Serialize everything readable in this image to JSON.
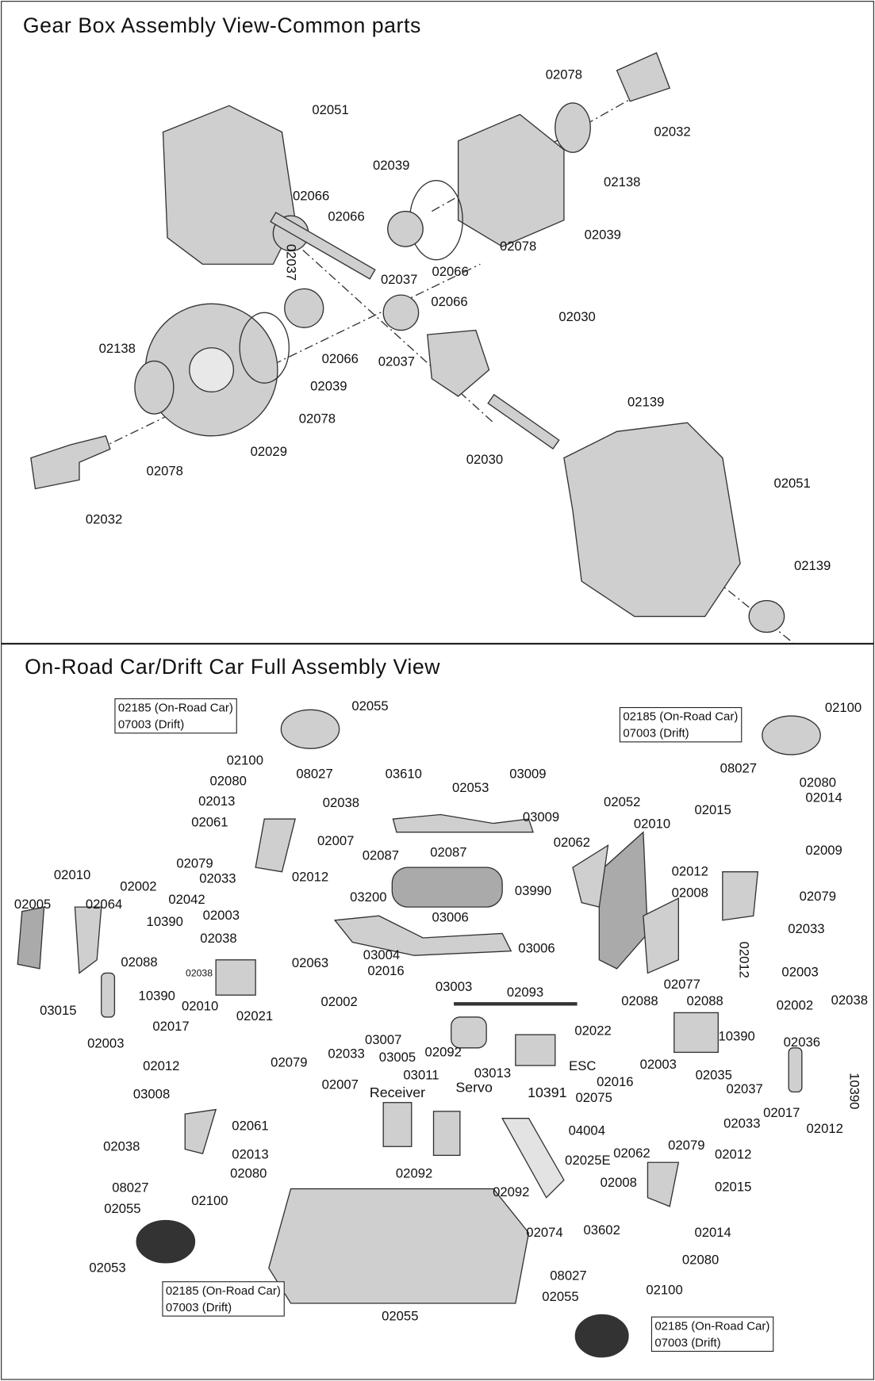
{
  "gearbox": {
    "title": "Gear Box Assembly View-Common parts",
    "labels": [
      "02051",
      "02078",
      "02032",
      "02138",
      "02039",
      "02039",
      "02078",
      "02066",
      "02066",
      "02037",
      "02037",
      "02066",
      "02066",
      "02030",
      "02066",
      "02037",
      "02039",
      "02078",
      "02138",
      "02029",
      "02078",
      "02032",
      "02030",
      "02139",
      "02051",
      "02139"
    ]
  },
  "assembly": {
    "title": "On-Road Car/Drift Car Full Assembly View",
    "tire_boxes": [
      {
        "line1": "02185 (On-Road Car)",
        "line2": "07003 (Drift)"
      },
      {
        "line1": "02185 (On-Road Car)",
        "line2": "07003 (Drift)"
      },
      {
        "line1": "02185 (On-Road Car)",
        "line2": "07003 (Drift)"
      },
      {
        "line1": "02185 (On-Road Car)",
        "line2": "07003 (Drift)"
      }
    ],
    "labels": [
      "02055",
      "02100",
      "08027",
      "02080",
      "02013",
      "02038",
      "02061",
      "02007",
      "02079",
      "02033",
      "02012",
      "02010",
      "02002",
      "02005",
      "02064",
      "02042",
      "10390",
      "02003",
      "02038",
      "02088",
      "02038",
      "10390",
      "02010",
      "03015",
      "02021",
      "02063",
      "02002",
      "02003",
      "02017",
      "02033",
      "02012",
      "02079",
      "03008",
      "02007",
      "02061",
      "02038",
      "02013",
      "02080",
      "08027",
      "02100",
      "02055",
      "02053",
      "03610",
      "02053",
      "03009",
      "03009",
      "02087",
      "02087",
      "03990",
      "03200",
      "03006",
      "03006",
      "03004",
      "02016",
      "03003",
      "02093",
      "03007",
      "03005",
      "02092",
      "03011",
      "03013",
      "ESC",
      "Receiver",
      "Servo",
      "10391",
      "02075",
      "04004",
      "02092",
      "02025E",
      "02092",
      "02074",
      "03602",
      "02055",
      "02100",
      "08027",
      "02080",
      "02014",
      "02015",
      "02009",
      "02052",
      "02010",
      "02062",
      "02012",
      "02008",
      "02079",
      "02033",
      "02012",
      "02003",
      "02077",
      "02088",
      "02088",
      "02002",
      "02038",
      "10390",
      "02036",
      "02022",
      "02016",
      "02003",
      "02035",
      "02037",
      "10390",
      "02017",
      "02012",
      "02033",
      "02079",
      "02012",
      "02062",
      "02008",
      "02015",
      "02014",
      "02080",
      "08027",
      "02100",
      "02055"
    ]
  }
}
